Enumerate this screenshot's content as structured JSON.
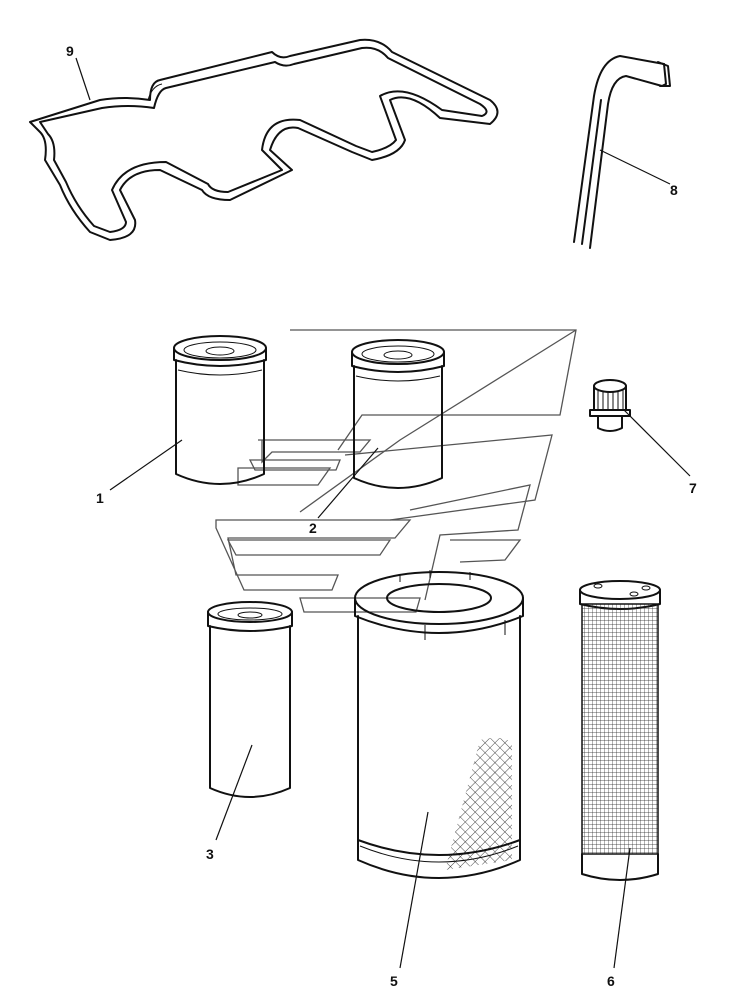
{
  "diagram": {
    "colors": {
      "ink": "#111111",
      "watermark": "#555555",
      "background": "#ffffff"
    },
    "parts": [
      {
        "id": "part-1",
        "callout": "1",
        "kind": "spin-on-filter-short"
      },
      {
        "id": "part-2",
        "callout": "2",
        "kind": "spin-on-filter-short"
      },
      {
        "id": "part-3",
        "callout": "3",
        "kind": "spin-on-filter-tall"
      },
      {
        "id": "part-5",
        "callout": "5",
        "kind": "air-filter-element-outer"
      },
      {
        "id": "part-6",
        "callout": "6",
        "kind": "air-filter-element-inner"
      },
      {
        "id": "part-7",
        "callout": "7",
        "kind": "breather-cap"
      },
      {
        "id": "part-8",
        "callout": "8",
        "kind": "hose-j"
      },
      {
        "id": "part-9",
        "callout": "9",
        "kind": "cover-gasket"
      }
    ]
  }
}
